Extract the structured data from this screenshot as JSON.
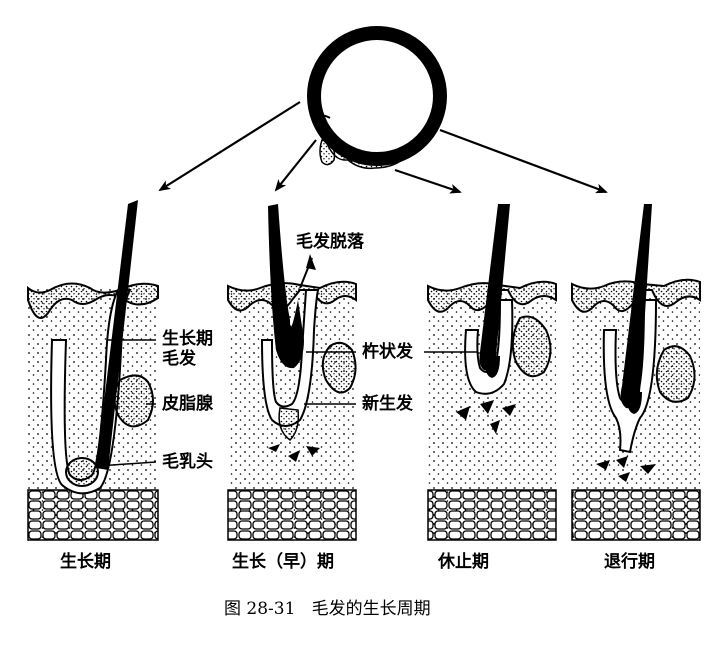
{
  "caption": "图 28-31   毛发的生长周期",
  "stages": [
    {
      "name": "生长期"
    },
    {
      "name": "生长（早）期"
    },
    {
      "name": "休止期"
    },
    {
      "name": "退行期"
    }
  ],
  "labels": {
    "anagen_hair": "生长期\n毛发",
    "sebaceous_gland": "皮脂腺",
    "dermal_papilla": "毛乳头",
    "hair_shedding": "毛发脱落",
    "club_hair": "杵状发",
    "new_hair": "新生发"
  }
}
